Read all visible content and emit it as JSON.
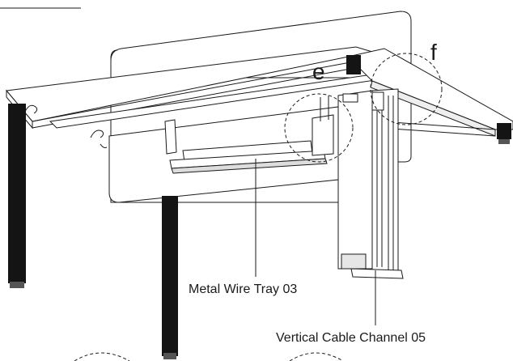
{
  "callouts": {
    "detail_e": "e",
    "detail_f": "f"
  },
  "labels": {
    "wire_tray": "Metal Wire Tray 03",
    "cable_channel": "Vertical Cable Channel 05"
  },
  "colors": {
    "line": "#1a1a1a",
    "fill": "#ffffff",
    "shade": "#d8d8d8",
    "leg": "#141414"
  }
}
